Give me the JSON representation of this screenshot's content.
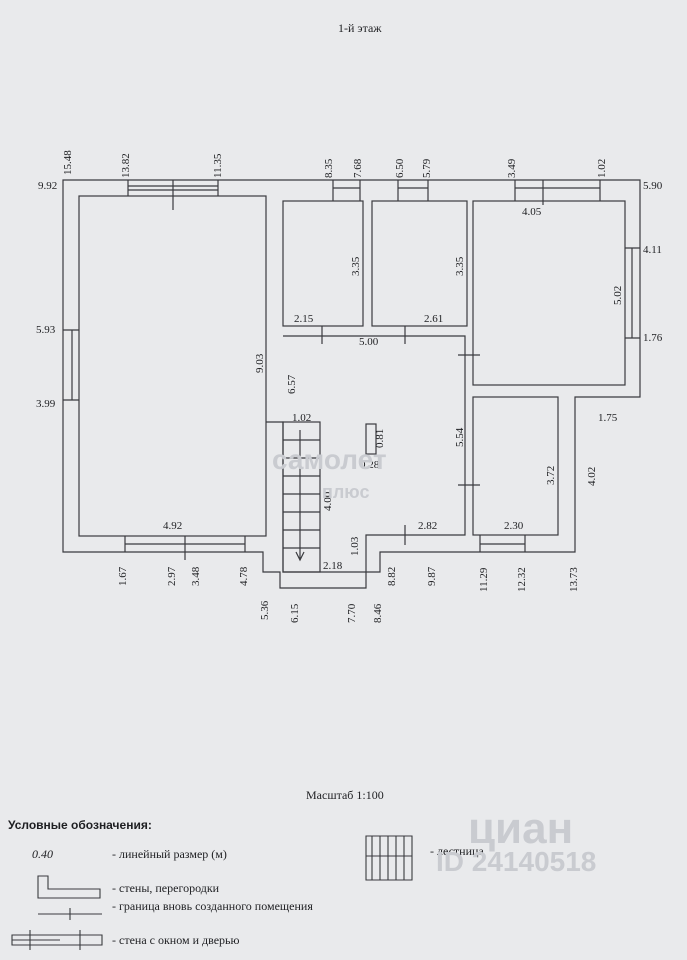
{
  "title": "1-й  этаж",
  "scale": "Масштаб 1:100",
  "legend": {
    "heading": "Условные обозначения:",
    "sample_value": "0.40",
    "items": [
      "- линейный размер (м)",
      "- стены, перегородки",
      "- граница вновь созданного помещения",
      "- стена с окном и дверью",
      "- лестница"
    ]
  },
  "dimensions": {
    "d15_48": "15.48",
    "d9_92": "9.92",
    "d13_82": "13.82",
    "d11_35": "11.35",
    "d8_35": "8.35",
    "d7_68": "7.68",
    "d6_50": "6.50",
    "d5_79": "5.79",
    "d3_49": "3.49",
    "d1_02a": "1.02",
    "d5_90": "5.90",
    "d4_05": "4.05",
    "d4_11": "4.11",
    "d3_35a": "3.35",
    "d3_35b": "3.35",
    "d5_02": "5.02",
    "d1_76": "1.76",
    "d5_93": "5.93",
    "d3_99": "3.99",
    "d9_03": "9.03",
    "d2_15": "2.15",
    "d2_61": "2.61",
    "d5_00": "5.00",
    "d6_57": "6.57",
    "d1_75": "1.75",
    "d1_02b": "1.02",
    "d0_81": "0.81",
    "d0_28": "0.28",
    "d5_54": "5.54",
    "d3_72": "3.72",
    "d4_02": "4.02",
    "d4_00": "4.00",
    "d4_92": "4.92",
    "d2_82": "2.82",
    "d2_30": "2.30",
    "d1_03": "1.03",
    "d2_18": "2.18",
    "d1_67": "1.67",
    "d2_97": "2.97",
    "d3_48": "3.48",
    "d4_78": "4.78",
    "d8_82": "8.82",
    "d9_87": "9.87",
    "d11_29": "11.29",
    "d12_32": "12.32",
    "d13_73": "13.73",
    "d5_36": "5.36",
    "d6_15": "6.15",
    "d7_70": "7.70",
    "d8_46": "8.46"
  },
  "watermarks": {
    "brand1": "самолет",
    "brand2": "плюс",
    "cian": "циан",
    "cian_id": "ID 24140518"
  },
  "colors": {
    "paper": "#e9eaec",
    "ink": "#1e1f22",
    "watermark": "#c9cbd0"
  }
}
